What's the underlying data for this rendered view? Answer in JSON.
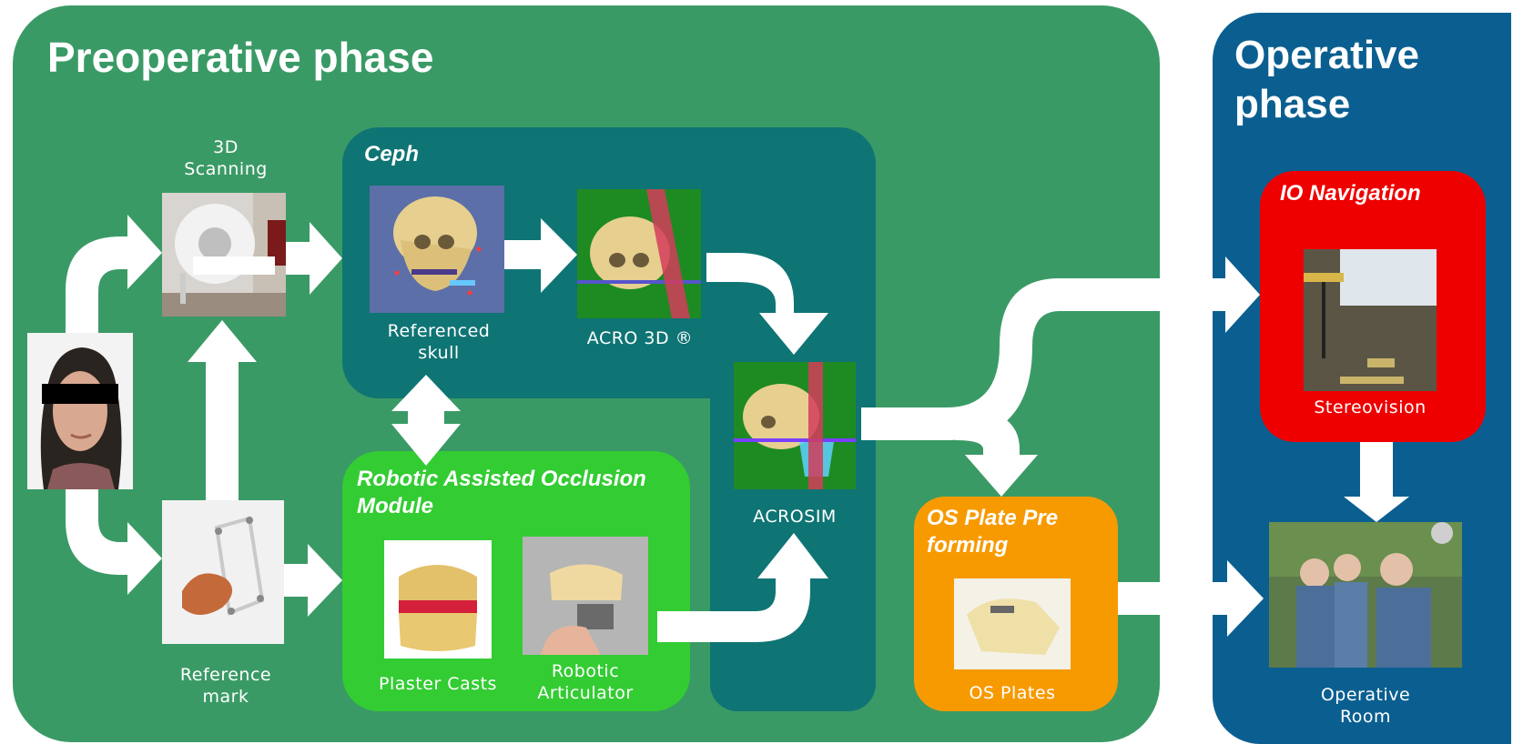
{
  "phases": {
    "preoperative": "Preoperative phase",
    "operative": "Operative\nphase"
  },
  "groups": {
    "ceph": "Ceph",
    "roam": "Robotic Assisted Occlusion\nModule",
    "os_plate": "OS Plate Pre\nforming",
    "io_nav": "IO Navigation"
  },
  "items": {
    "scanning": "3D\nScanning",
    "reference_mark": "Reference\nmark",
    "referenced_skull": "Referenced\nskull",
    "acro3d": "ACRO 3D ®",
    "acrosim": "ACROSIM",
    "plaster_casts": "Plaster Casts",
    "robotic_articulator": "Robotic\nArticulator",
    "os_plates": "OS Plates",
    "stereovision": "Stereovision",
    "operative_room": "Operative\nRoom"
  },
  "colors": {
    "preop_bg": "#3a9a66",
    "op_bg": "#0b5f90",
    "ceph_bg": "#0f7474",
    "roam_bg": "#33cc33",
    "os_bg": "#f79a00",
    "io_bg": "#ee0000"
  }
}
